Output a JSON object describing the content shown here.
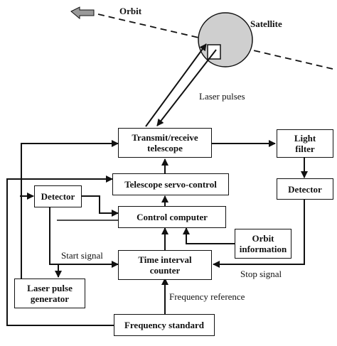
{
  "labels": {
    "orbit": "Orbit",
    "satellite": "Satellite",
    "laser_pulses": "Laser pulses",
    "start_signal": "Start signal",
    "stop_signal": "Stop signal",
    "frequency_reference": "Frequency reference"
  },
  "boxes": {
    "transmit_receive_telescope": "Transmit/receive\ntelescope",
    "light_filter": "Light\nfilter",
    "detector_right": "Detector",
    "telescope_servo_control": "Telescope servo-control",
    "detector_left": "Detector",
    "control_computer": "Control computer",
    "orbit_information": "Orbit\ninformation",
    "time_interval_counter": "Time interval\ncounter",
    "laser_pulse_generator": "Laser pulse\ngenerator",
    "frequency_standard": "Frequency standard"
  },
  "colors": {
    "line": "#111111",
    "satellite_fill": "#cfcfcf"
  }
}
